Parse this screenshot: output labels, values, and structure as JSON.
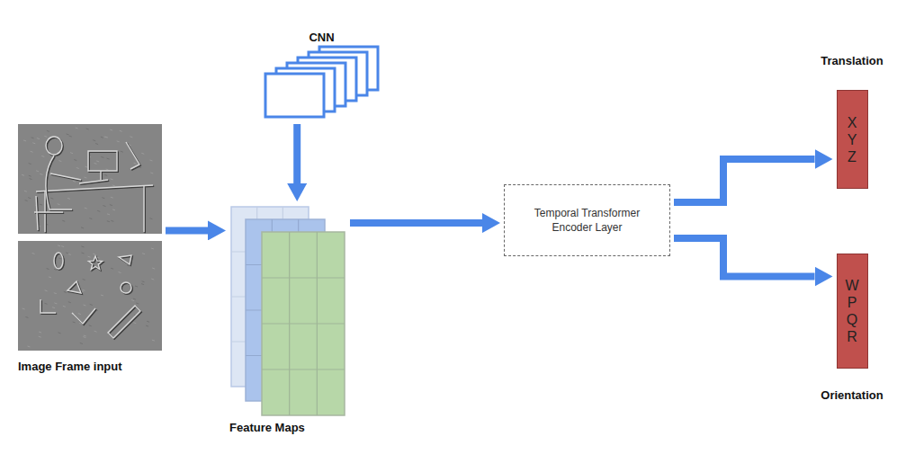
{
  "diagram": {
    "nodes": [
      {
        "text": [
          "Image Frame input"
        ]
      },
      {
        "text": [
          "CNN"
        ]
      },
      {
        "text": [
          "Feature Maps"
        ]
      },
      {
        "text": [
          "Temporal Transformer Encoder Layer"
        ]
      },
      {
        "text": [
          "Translation",
          "X Y Z"
        ]
      },
      {
        "text": [
          "W P Q R",
          "Orientation"
        ]
      }
    ],
    "edges": [
      {
        "from": 0,
        "to": 2,
        "arrow": "to"
      },
      {
        "from": 1,
        "to": 2,
        "arrow": "to"
      },
      {
        "from": 2,
        "to": 3,
        "arrow": "to"
      },
      {
        "from": 3,
        "to": 4,
        "arrow": "to"
      },
      {
        "from": 3,
        "to": 5,
        "arrow": "to"
      }
    ]
  }
}
